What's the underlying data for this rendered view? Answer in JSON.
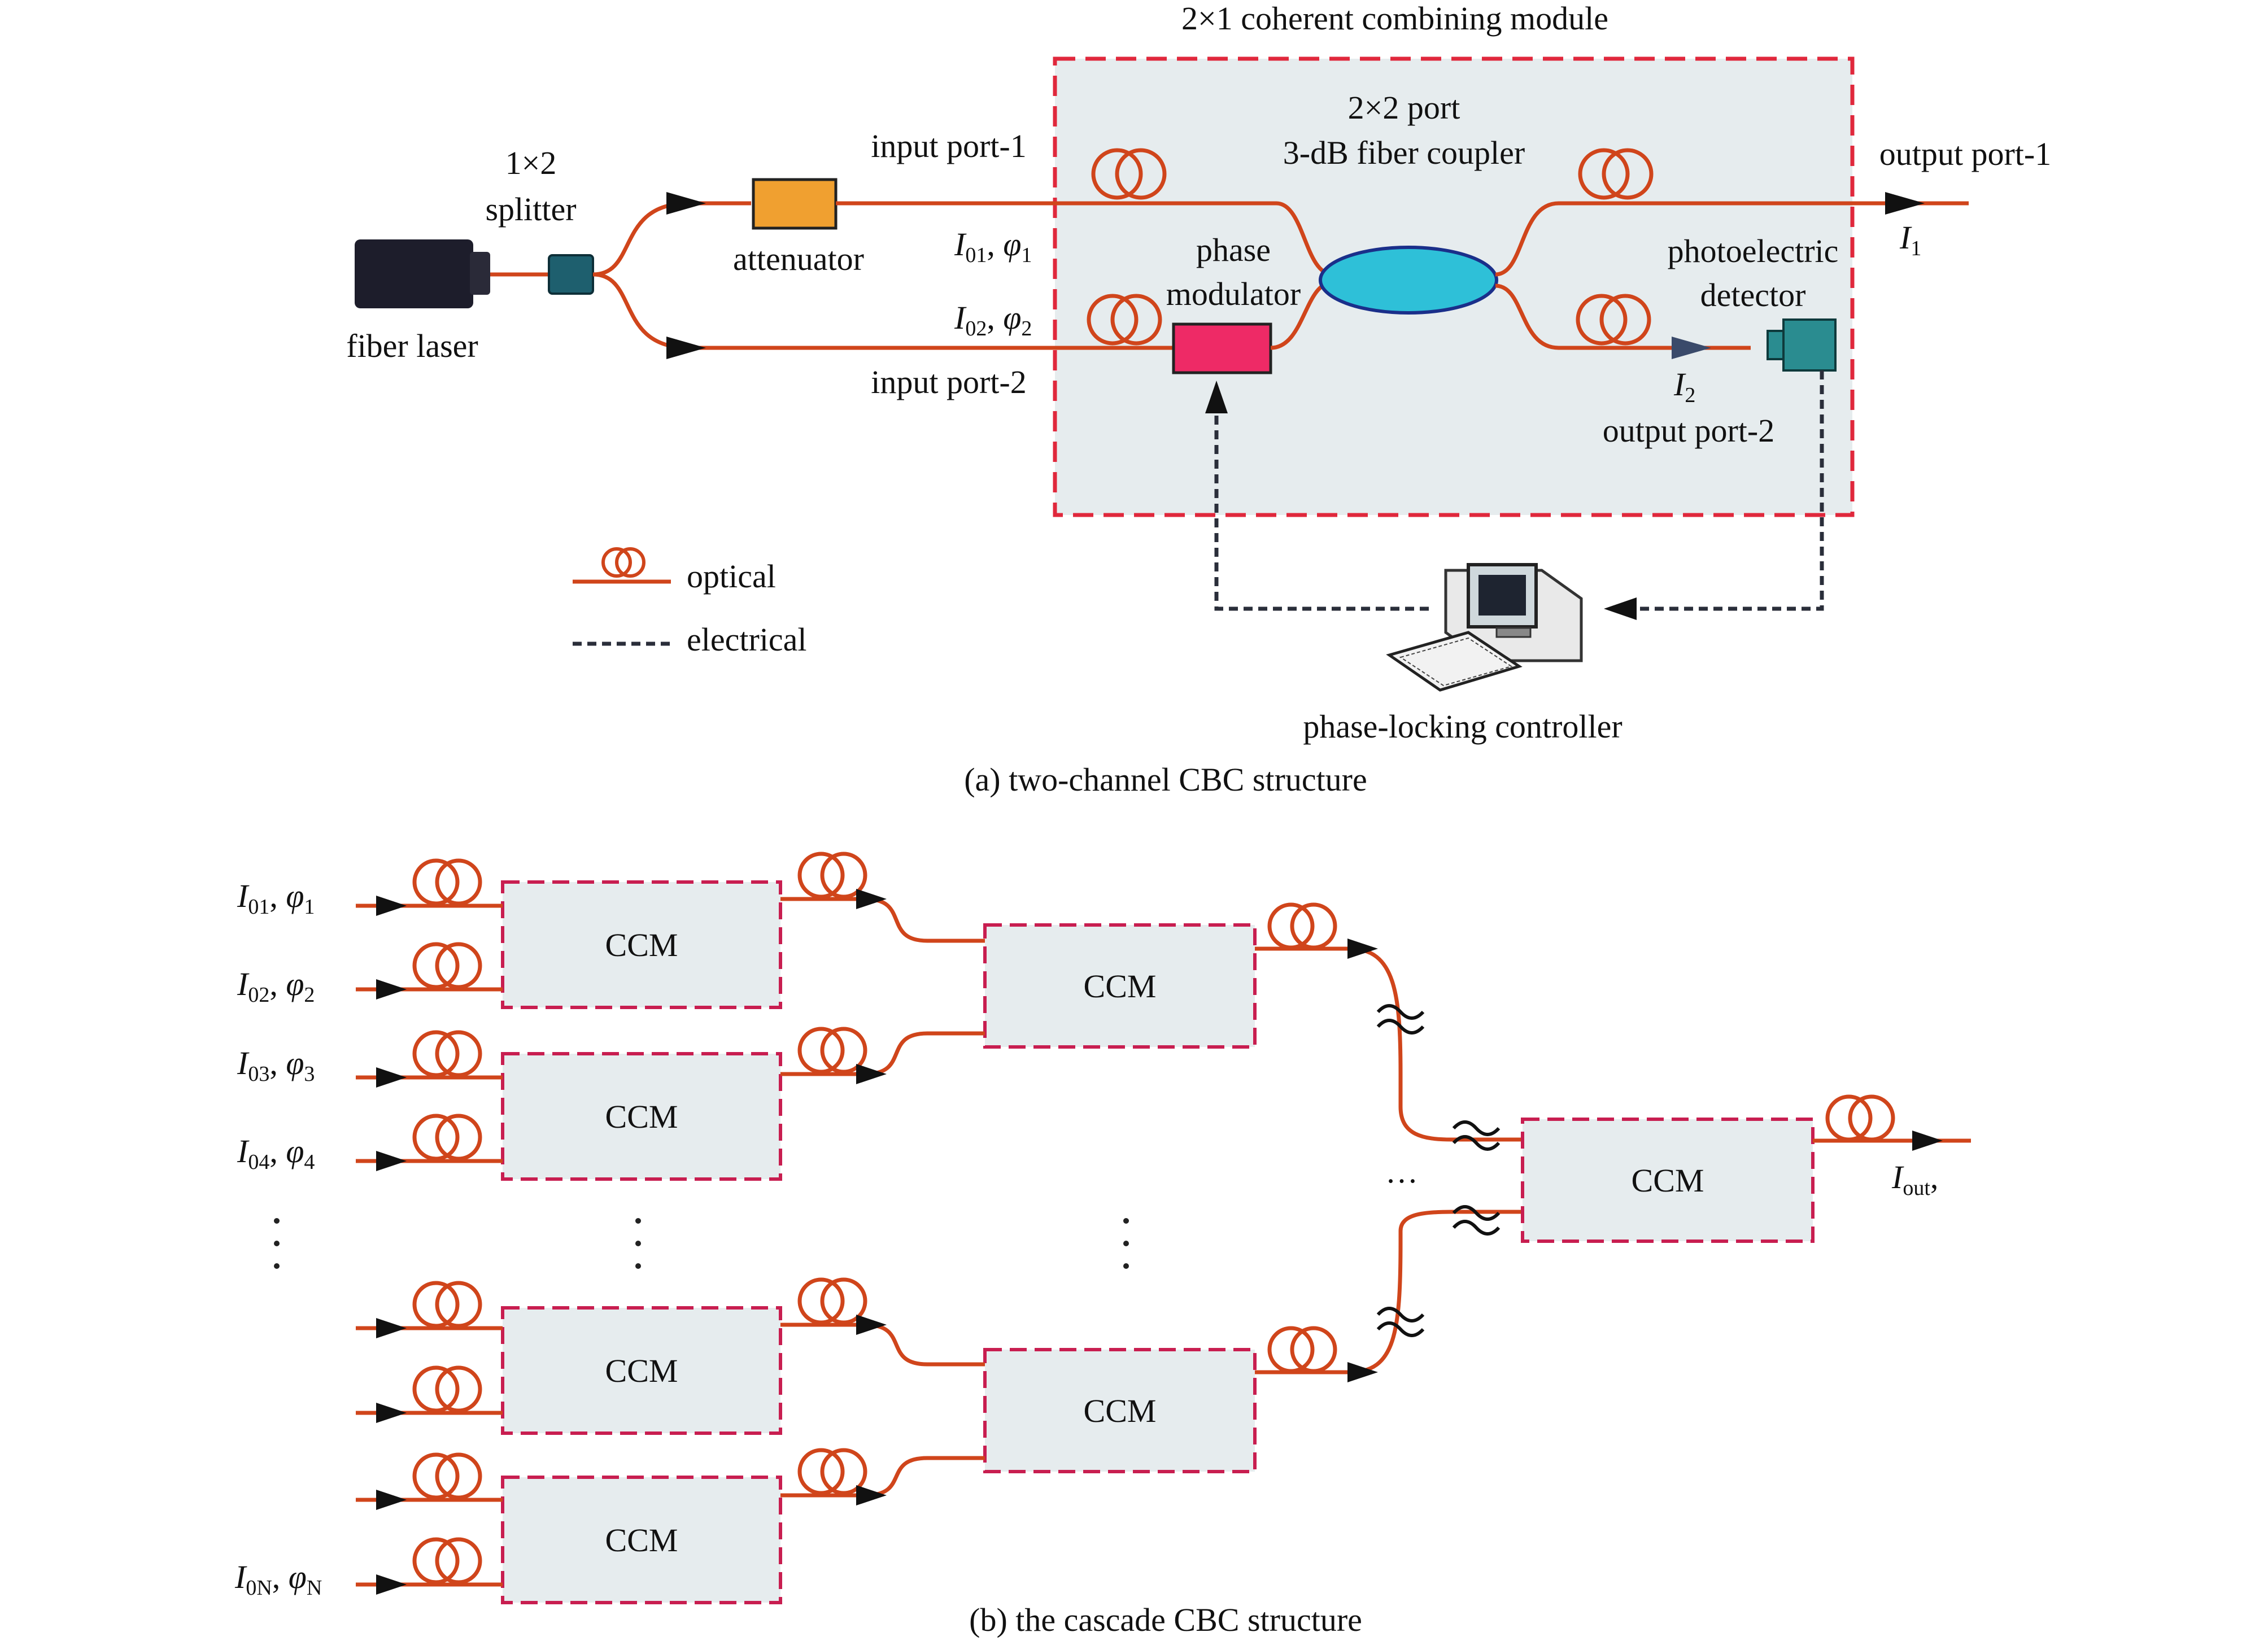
{
  "part_a": {
    "caption": "(a) two-channel CBC structure",
    "module_title": "2×1 coherent combining module",
    "labels": {
      "fiber_laser": "fiber laser",
      "splitter_line1": "1×2",
      "splitter_line2": "splitter",
      "attenuator": "attenuator",
      "input_port_1": "input port-1",
      "input_port_2": "input port-2",
      "coupler_line1": "2×2 port",
      "coupler_line2": "3-dB fiber coupler",
      "phase_modulator_line1": "phase",
      "phase_modulator_line2": "modulator",
      "photodetector_line1": "photoelectric",
      "photodetector_line2": "detector",
      "output_port_1": "output port-1",
      "output_port_2": "output port-2",
      "controller": "phase-locking controller"
    },
    "signals": {
      "in1_I": "I",
      "in1_I_sub": "01",
      "in1_phi": "φ",
      "in1_phi_sub": "1",
      "in2_I": "I",
      "in2_I_sub": "02",
      "in2_phi": "φ",
      "in2_phi_sub": "2",
      "out1_I": "I",
      "out1_I_sub": "1",
      "out2_I": "I",
      "out2_I_sub": "2"
    },
    "legend": {
      "optical": "optical",
      "electrical": "electrical"
    }
  },
  "part_b": {
    "caption": "(b) the cascade CBC structure",
    "block_label": "CCM",
    "inputs": [
      {
        "I": "I",
        "I_sub": "01",
        "phi": "φ",
        "phi_sub": "1"
      },
      {
        "I": "I",
        "I_sub": "02",
        "phi": "φ",
        "phi_sub": "2"
      },
      {
        "I": "I",
        "I_sub": "03",
        "phi": "φ",
        "phi_sub": "3"
      },
      {
        "I": "I",
        "I_sub": "04",
        "phi": "φ",
        "phi_sub": "4"
      },
      {
        "I": "I",
        "I_sub": "0N",
        "phi": "φ",
        "phi_sub": "N"
      }
    ],
    "output": {
      "I": "I",
      "I_sub": "out"
    },
    "ellipsis": "…"
  },
  "colors": {
    "fiber": "#d0451b",
    "module_border": "#e0283c",
    "ccm_border": "#c81e50",
    "module_fill": "#e6ecee",
    "attenuator": "#f0a030",
    "phase_modulator": "#ee2a66",
    "coupler": "#2ec0d8",
    "splitter": "#1e5f6e",
    "photodetector": "#2a8c90",
    "laser": "#1d1d2b",
    "electrical": "#2a2e3a"
  }
}
